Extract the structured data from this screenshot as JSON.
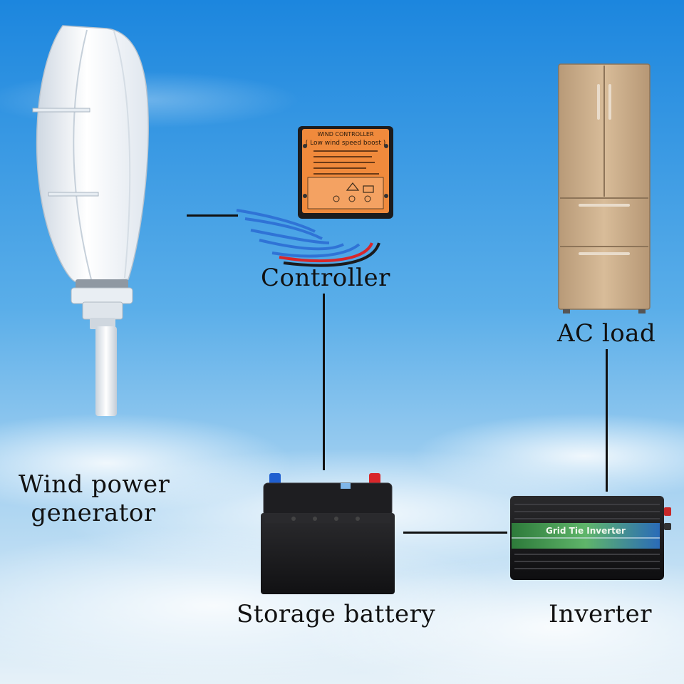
{
  "labels": {
    "wind_generator_line1": "Wind power",
    "wind_generator_line2": "generator",
    "controller": "Controller",
    "ac_load": "AC load",
    "storage_battery": "Storage battery",
    "inverter": "Inverter"
  },
  "controller_panel": {
    "title": "WIND CONTROLLER",
    "subtitle": "( Low wind speed boost )"
  },
  "inverter_panel": {
    "title": "Grid Tie Inverter"
  },
  "colors": {
    "sky_top": "#1f8ae0",
    "sky_mid": "#6cb7ee",
    "sky_bottom": "#dcecf7",
    "controller_orange": "#f08a3c",
    "wire_blue": "#2f73d6",
    "wire_red": "#d8262a",
    "battery_body": "#1b1b1d",
    "fridge_gold": "#c9ab88"
  },
  "icons": [
    "wind-turbine-icon",
    "charge-controller-icon",
    "refrigerator-icon",
    "car-battery-icon",
    "inverter-icon"
  ]
}
